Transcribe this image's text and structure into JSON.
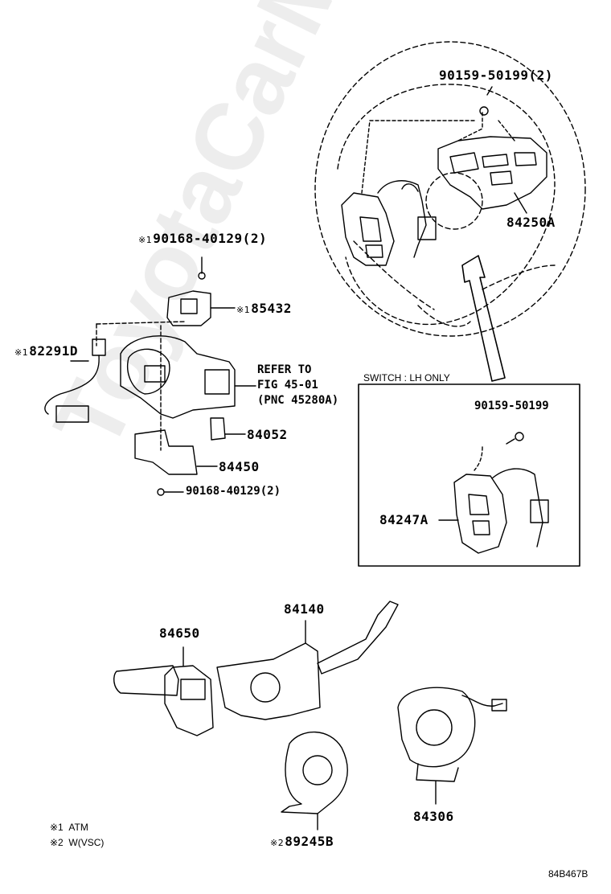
{
  "labels": {
    "bolt_wheel_top": "90159-50199(2)",
    "steering_switch": "84250A",
    "bolt_column_top": "90168-40129(2)",
    "bolt_column_top_mark": "※1",
    "part_85432": "85432",
    "part_85432_mark": "※1",
    "part_82291D": "82291D",
    "part_82291D_mark": "※1",
    "refer_line1": "REFER TO",
    "refer_line2": "FIG 45-01",
    "refer_line3": "(PNC 45280A)",
    "part_84052": "84052",
    "part_84450": "84450",
    "bolt_column_bottom": "90168-40129(2)",
    "inset_title": "SWITCH : LH ONLY",
    "inset_bolt": "90159-50199",
    "inset_switch": "84247A",
    "part_84140": "84140",
    "part_84650": "84650",
    "part_84306": "84306",
    "part_89245B": "89245B",
    "part_89245B_mark": "※2",
    "diagram_code": "84B467B"
  },
  "legend": [
    {
      "mark": "※1",
      "text": "ATM"
    },
    {
      "mark": "※2",
      "text": "W(VSC)"
    }
  ],
  "watermark": "ToyotaCarMirror.ru"
}
